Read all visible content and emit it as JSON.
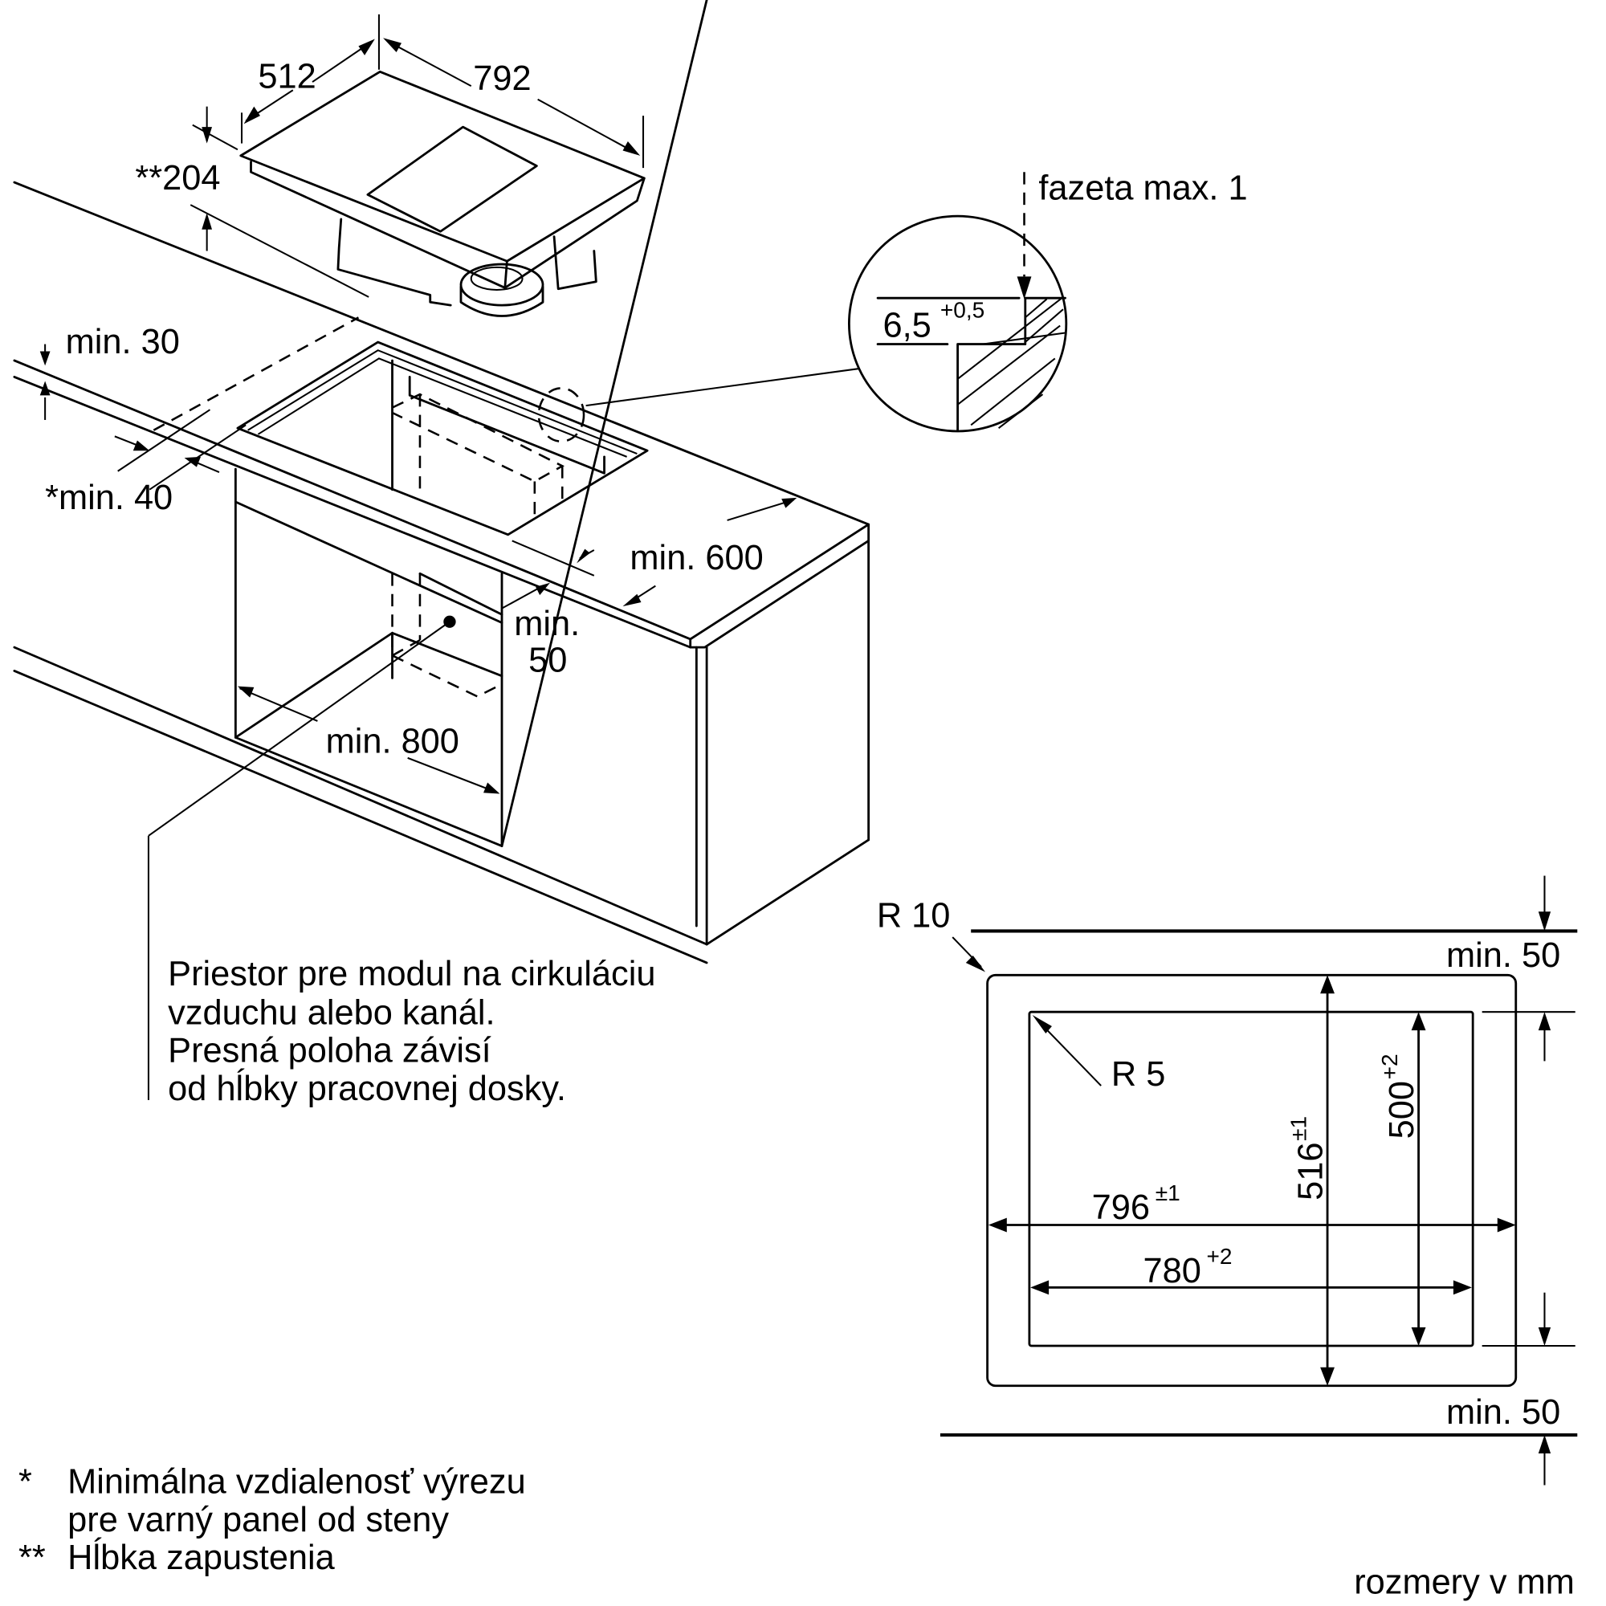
{
  "hob": {
    "depth": "512",
    "width": "792",
    "installation_depth": "**204"
  },
  "worktop": {
    "min_30": "min. 30",
    "min_40": "*min. 40",
    "min_600": "min. 600",
    "min_50_line1": "min.",
    "min_50_line2": "50",
    "min_800": "min. 800"
  },
  "detail": {
    "chamfer": "fazeta max. 1",
    "rebate_value": "6,5",
    "rebate_tolerance": "+0,5"
  },
  "module_note": [
    "Priestor pre modul na cirkuláciu",
    "vzduchu alebo kanál.",
    "Presná poloha závisí",
    "od hĺbky pracovnej dosky."
  ],
  "cutout": {
    "outer_radius": "R 10",
    "inner_radius": "R 5",
    "top_clearance": "min. 50",
    "bottom_clearance": "min. 50",
    "outer_width": "796",
    "outer_width_tol": "±1",
    "inner_width": "780",
    "inner_width_tol": "+2",
    "outer_depth": "516",
    "outer_depth_tol": "±1",
    "inner_depth": "500",
    "inner_depth_tol": "+2"
  },
  "footnotes": [
    {
      "mark": "*",
      "lines": [
        "Minimálna vzdialenosť výrezu",
        "pre varný panel od steny"
      ]
    },
    {
      "mark": "**",
      "lines": [
        "Hĺbka zapustenia"
      ]
    }
  ],
  "units": "rozmery v mm"
}
